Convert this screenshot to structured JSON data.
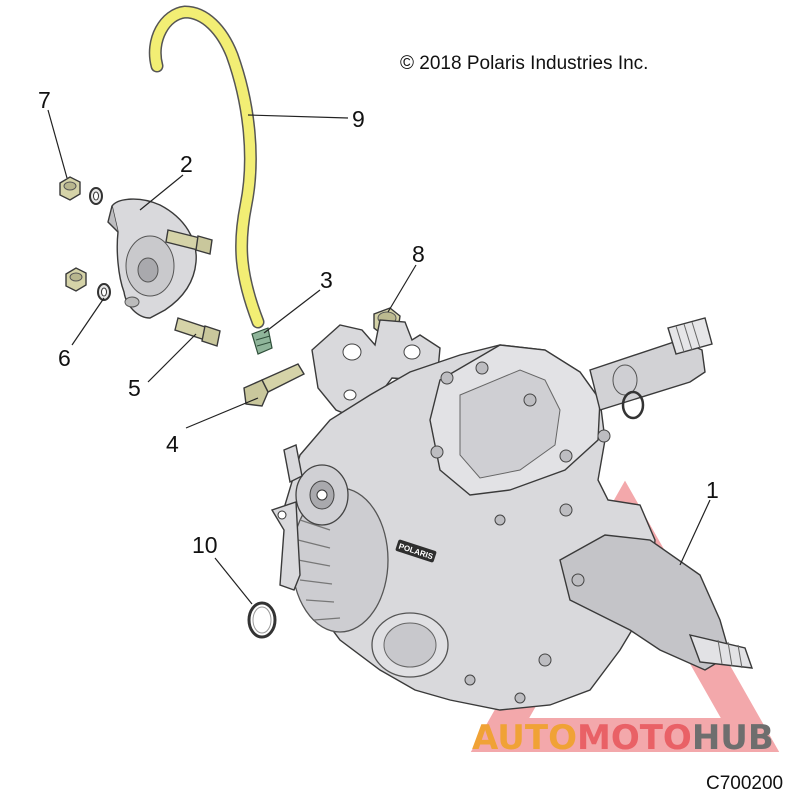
{
  "copyright": "© 2018 Polaris Industries Inc.",
  "diagram_code": "C700200",
  "callouts": {
    "c1": "1",
    "c2": "2",
    "c3": "3",
    "c4": "4",
    "c5": "5",
    "c6": "6",
    "c7": "7",
    "c8": "8",
    "c9": "9",
    "c10": "10"
  },
  "brand_badge": "POLARIS",
  "watermark": {
    "part1": "AUTO",
    "part2": "MOTO",
    "part3": "HUB"
  },
  "colors": {
    "hose": "#f2ee74",
    "part_fill": "#d9d9dc",
    "part_shadow": "#a9a9ad",
    "fitting": "#d5d3a8",
    "green_fitting": "#8fb59a",
    "watermark_orange": "#f0a236",
    "watermark_red": "#e96166",
    "watermark_grey": "#6e6e6e"
  }
}
